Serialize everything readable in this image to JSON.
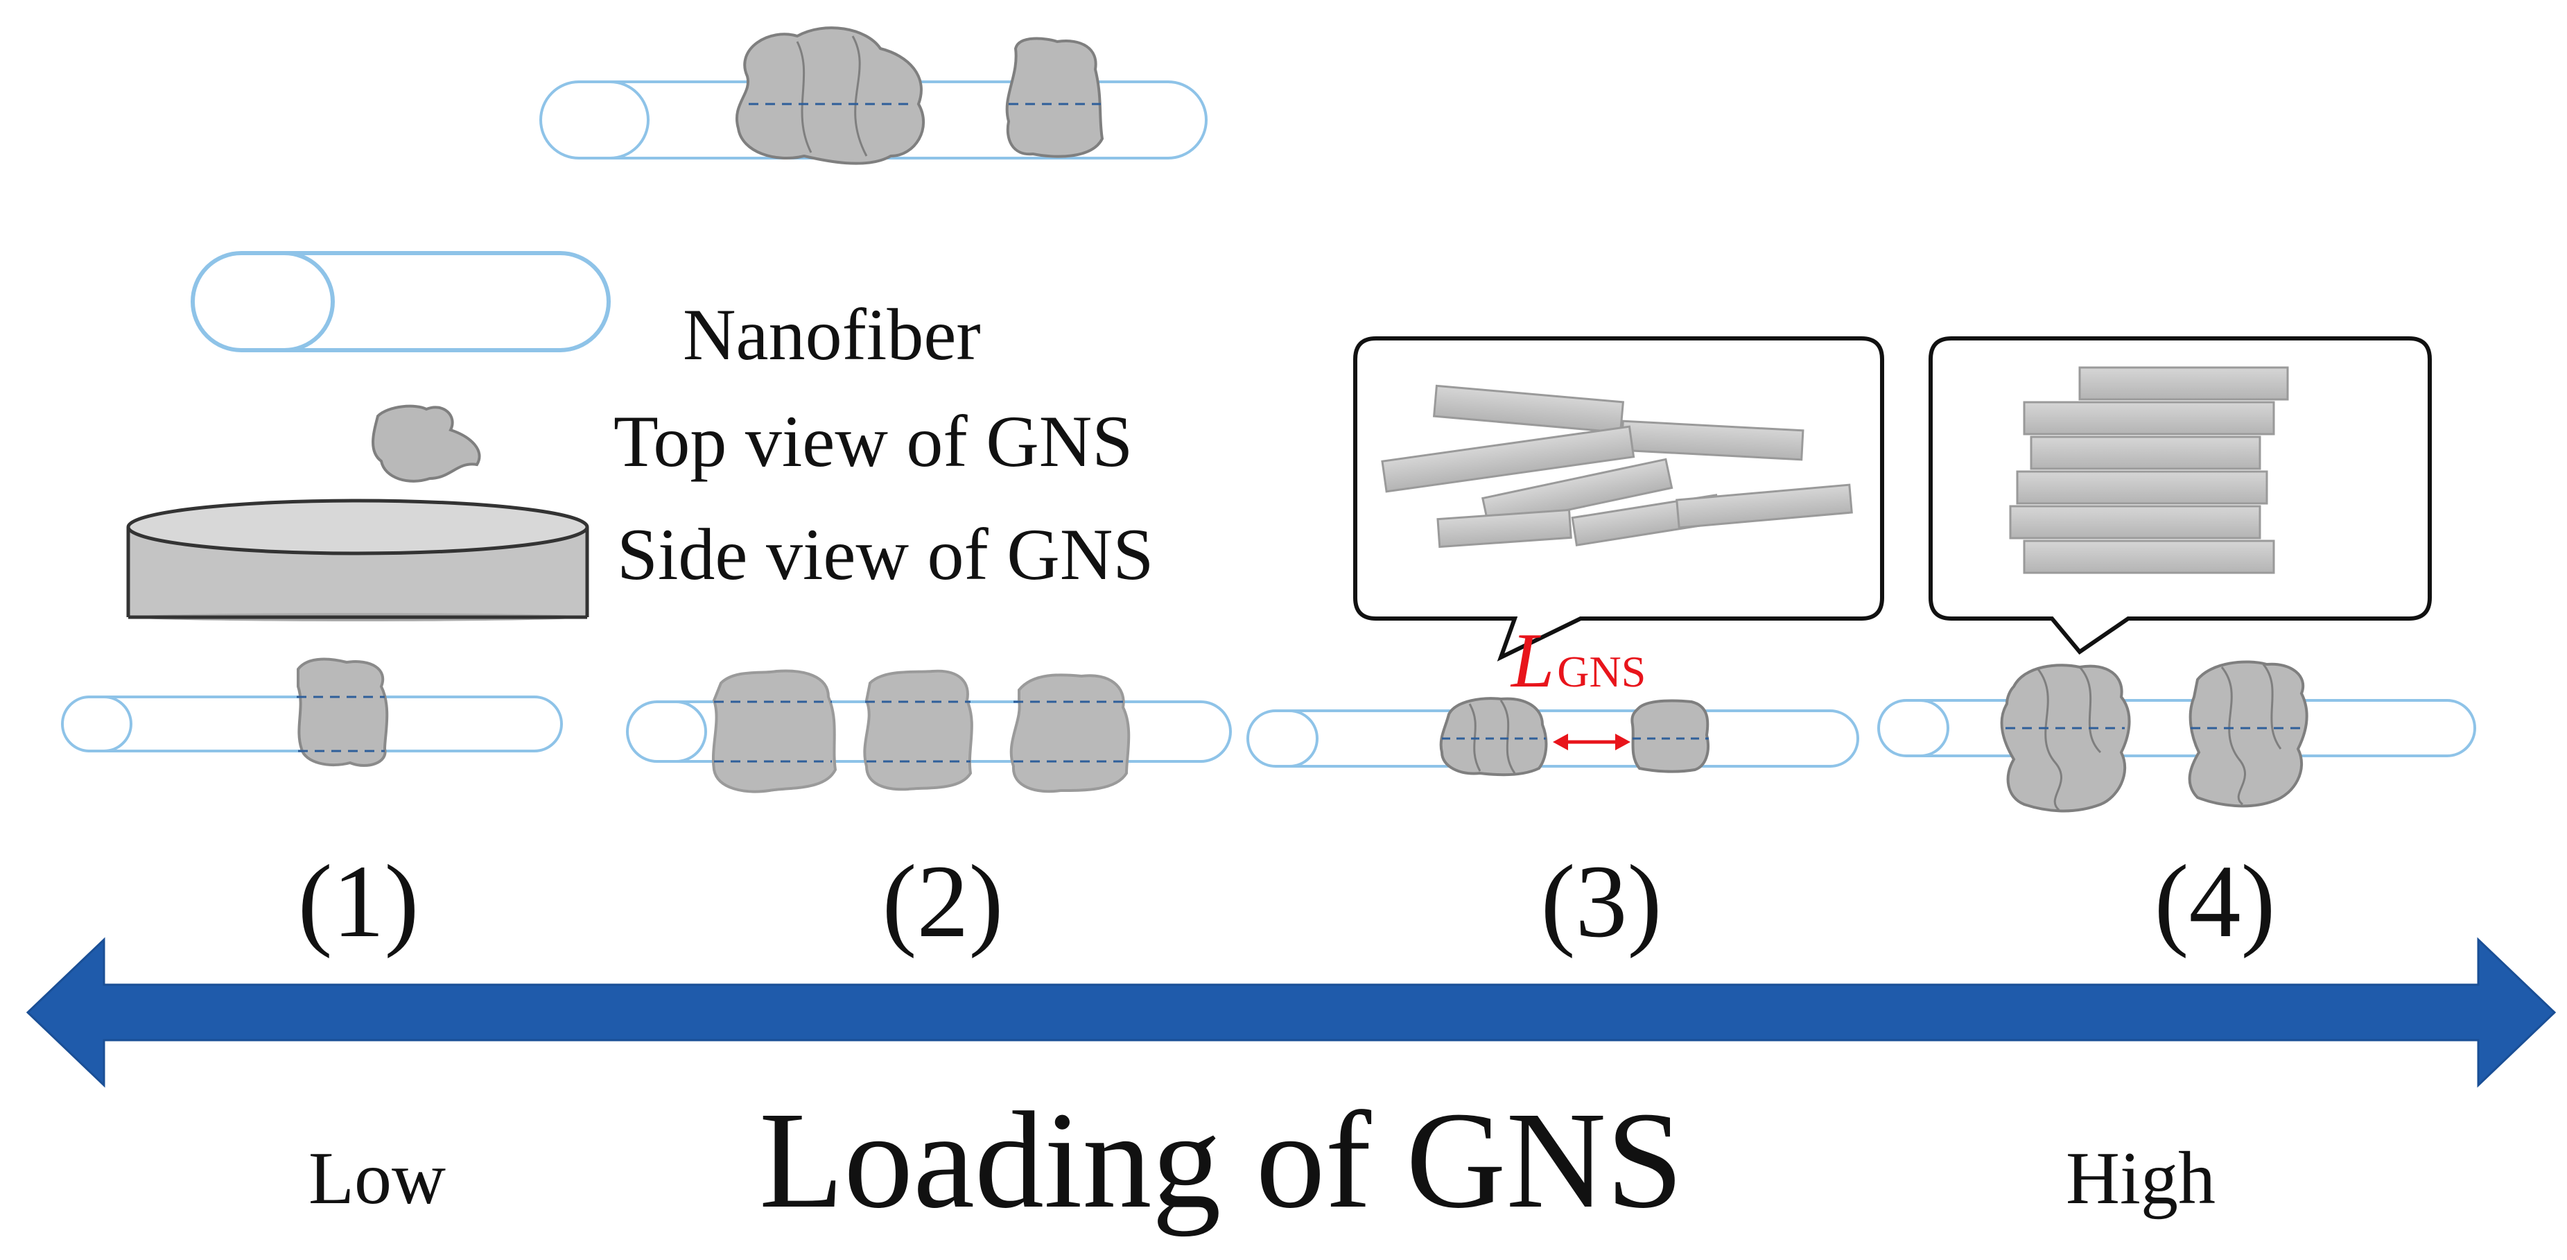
{
  "legend": {
    "nanofiber_label": "Nanofiber",
    "top_view_label": "Top view of GNS",
    "side_view_label": "Side view of GNS"
  },
  "stages": [
    {
      "label": "(1)"
    },
    {
      "label": "(2)"
    },
    {
      "label": "(3)"
    },
    {
      "label": "(4)"
    }
  ],
  "spacing_label": {
    "main": "L",
    "subscript": "GNS"
  },
  "axis": {
    "title": "Loading of GNS",
    "low_label": "Low",
    "high_label": "High"
  },
  "colors": {
    "axis_arrow": "#1f5bab",
    "fiber_outline": "#8ec3e8",
    "fiber_dash": "#2f5f9a",
    "gns_fill": "#b9b9b9",
    "gns_stroke": "#8a8a8a",
    "spacing_label": "#e8141b"
  }
}
